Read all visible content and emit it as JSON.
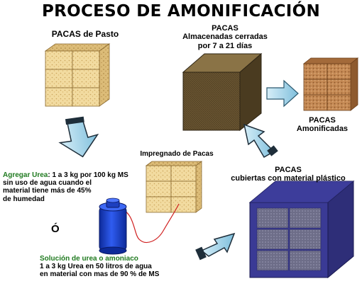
{
  "title": "PROCESO DE AMONIFICACIÓN",
  "labels": {
    "pacas_pasto": "PACAS de Pasto",
    "almacenadas": [
      "PACAS",
      "Almacenadas cerradas",
      "por 7 a 21 días"
    ],
    "amonificadas": [
      "PACAS",
      "Amonificadas"
    ],
    "impregnado": "Impregnado de Pacas",
    "cubiertas": [
      "PACAS",
      "cubiertas con material plástico"
    ],
    "agregar_urea": {
      "lead": "Agregar Urea",
      "rest": ": 1 a 3 kg por 100 kg MS",
      "lines": [
        "sin uso de agua cuando el",
        "material tiene más de 45%",
        "de humedad"
      ]
    },
    "o": "Ó",
    "solucion": {
      "lead": "Solución de urea o amoniaco",
      "lines": [
        "1 a 3 kg Urea en 50 litros de agua",
        "en material con mas de 90 % de MS"
      ]
    }
  },
  "colors": {
    "hay_light": "#f2dba0",
    "hay_dark": "#d9b66a",
    "ammoniated": "#c58a55",
    "stored_box": "#6b5632",
    "plastic": "#3a3a95",
    "tank": "#1d3fbf",
    "arrow": "#9fd1e8",
    "green_text": "#1f7a1f"
  }
}
